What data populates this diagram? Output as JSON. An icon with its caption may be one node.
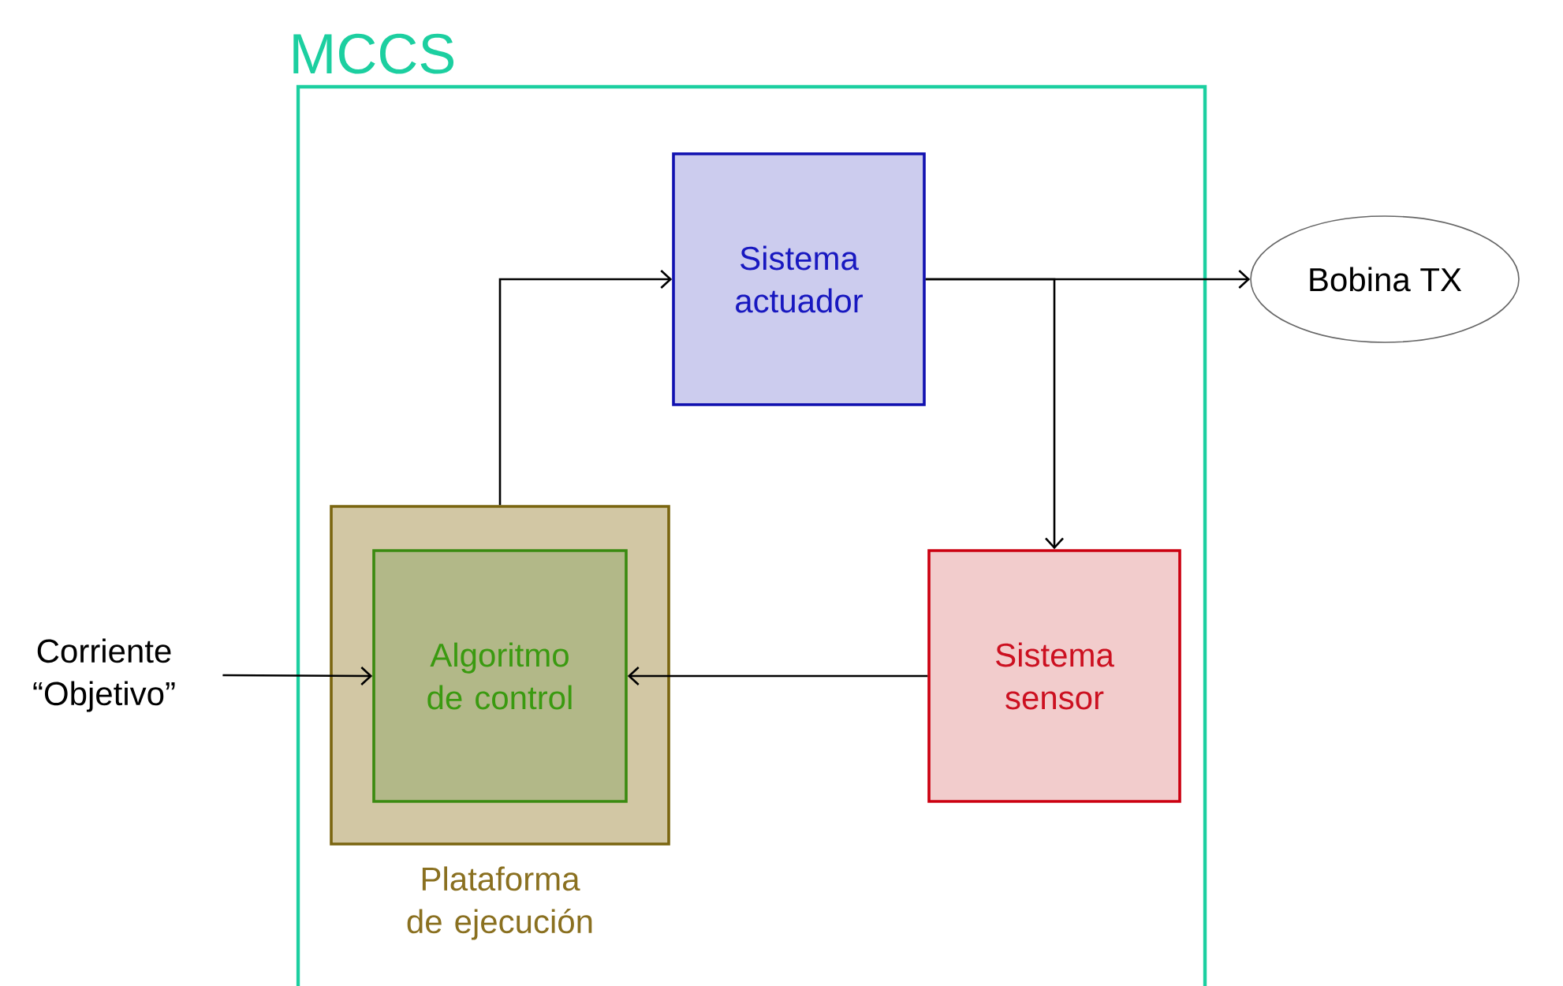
{
  "diagram": {
    "nodes": [
      {
        "text": [
          "MCCS"
        ]
      },
      {
        "text": [
          "Sistema actuador"
        ],
        "in": 0
      },
      {
        "text": [
          "Plataforma de ejecución"
        ],
        "in": 0
      },
      {
        "text": [
          "Algoritmo de control"
        ],
        "in": 2
      },
      {
        "text": [
          "Sistema sensor"
        ],
        "in": 0
      },
      {
        "text": [
          "Bobina TX"
        ]
      },
      {
        "text": [
          "Corriente “Objetivo”"
        ]
      }
    ],
    "edges": [
      {
        "from": 2,
        "to": 1,
        "arrow": "to"
      },
      {
        "from": 1,
        "to": 5,
        "arrow": "to"
      },
      {
        "from": 1,
        "to": 4,
        "arrow": "to"
      },
      {
        "from": 4,
        "to": 3,
        "arrow": "to"
      },
      {
        "from": 6,
        "to": 3,
        "arrow": "to"
      }
    ]
  }
}
